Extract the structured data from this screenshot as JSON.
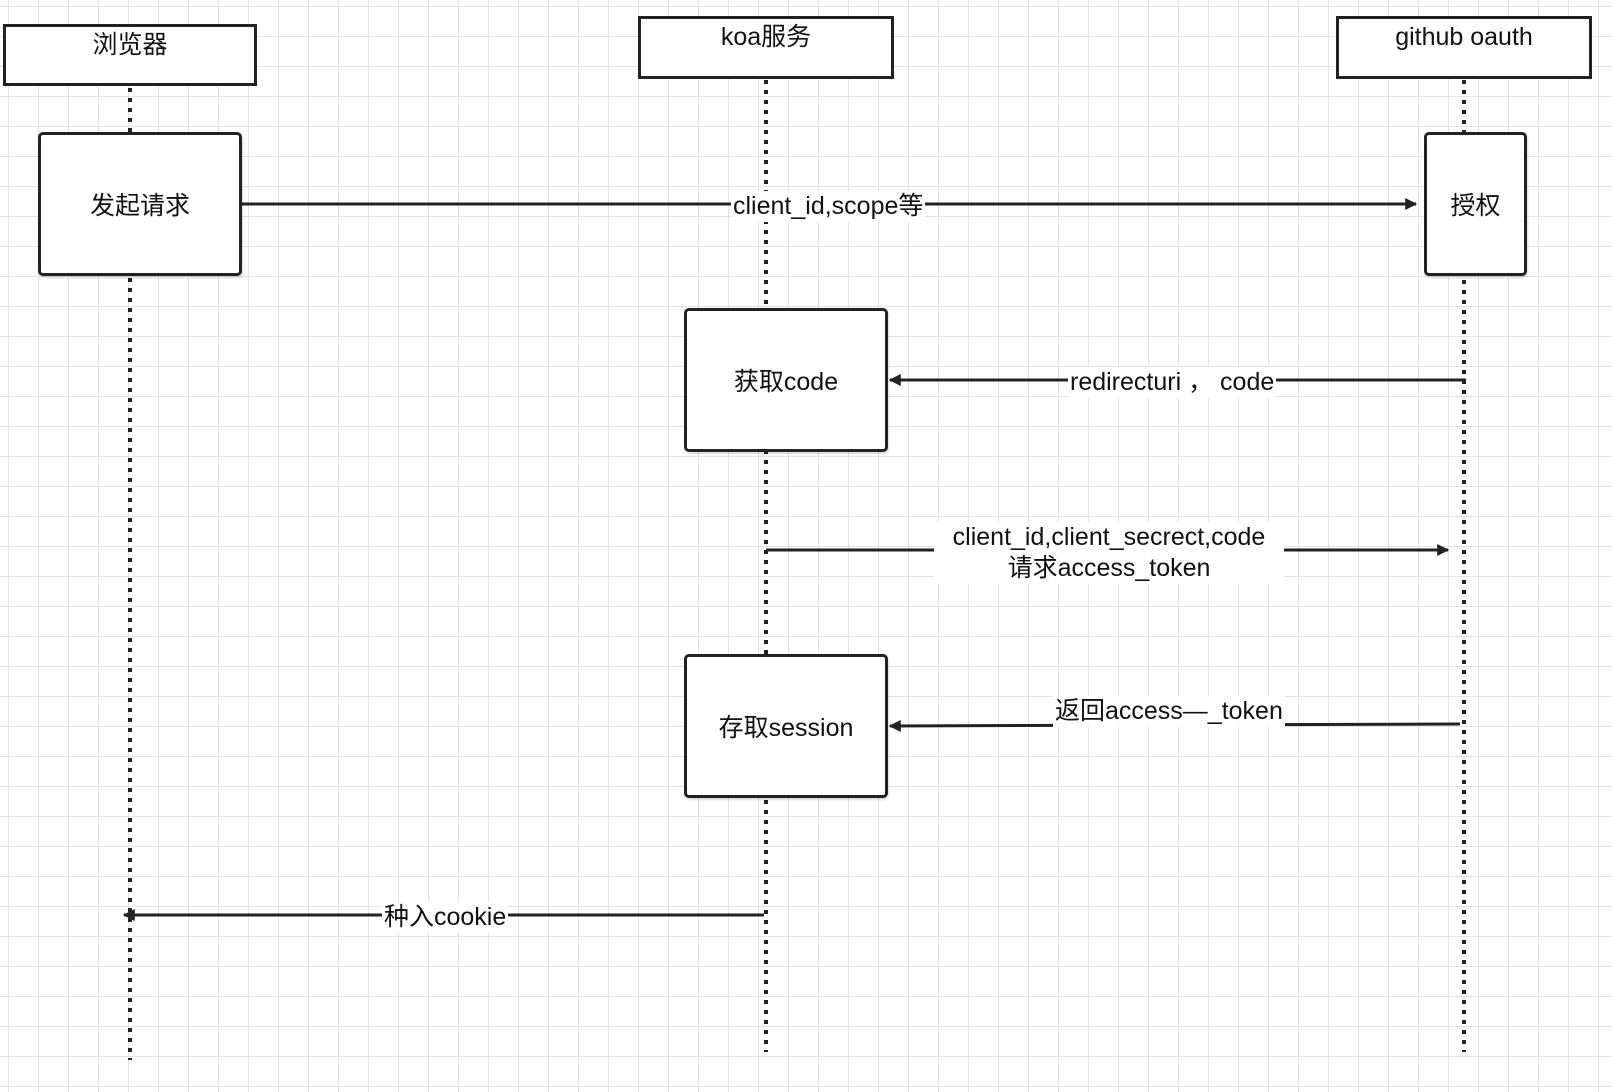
{
  "participants": {
    "browser": "浏览器",
    "koa": "koa服务",
    "github": "github oauth"
  },
  "activations": {
    "send_request": "发起请求",
    "authorize": "授权",
    "get_code": "获取code",
    "store_session": "存取session"
  },
  "messages": {
    "m1": "client_id,scope等",
    "m2": "redirecturi ， code",
    "m3_line1": "client_id,client_secrect,code",
    "m3_line2": "请求access_token",
    "m4": "返回access—_token",
    "m5": "种入cookie"
  },
  "colors": {
    "line": "#222222",
    "grid": "#e3e3e3"
  }
}
